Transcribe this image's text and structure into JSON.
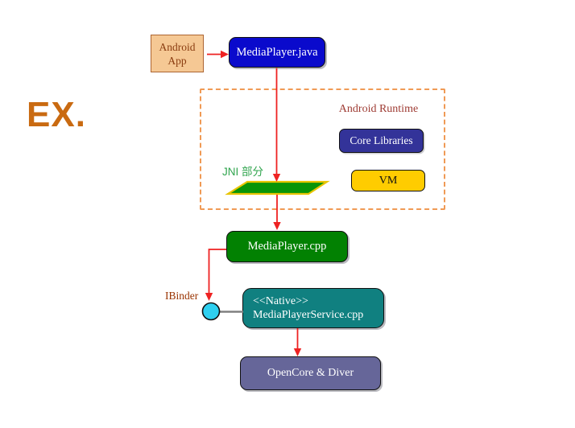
{
  "slide": {
    "heading": "EX."
  },
  "groups": {
    "android_runtime": {
      "label": "Android Runtime"
    }
  },
  "nodes": {
    "android_app": {
      "lines": [
        "Android",
        "App"
      ]
    },
    "mediaplayer_java": {
      "label": "MediaPlayer.java"
    },
    "core_libraries": {
      "label": "Core Libraries"
    },
    "vm": {
      "label": "VM"
    },
    "jni": {
      "label": "JNI 部分"
    },
    "mediaplayer_cpp": {
      "label": "MediaPlayer.cpp"
    },
    "ibinder": {
      "label": "IBinder"
    },
    "native_service": {
      "lines": [
        "<<Native>>",
        "MediaPlayerService.cpp"
      ]
    },
    "opencore": {
      "label": "OpenCore & Diver"
    }
  },
  "colors": {
    "arrow_red": "#ee2222",
    "heading_orange": "#c96a11",
    "app_box_fill": "#f5c894",
    "app_box_border": "#ad6532",
    "app_text": "#8a3c10",
    "java_box_fill": "#0a0acc",
    "runtime_dashed_border": "#f09a55",
    "runtime_label_text": "#9e3b33",
    "core_libraries_fill": "#333399",
    "vm_fill": "#ffcc00",
    "jni_label_text": "#2fa44d",
    "jni_parallelogram_fill": "#089408",
    "jni_parallelogram_border": "#e8c400",
    "cpp_box_fill": "#028102",
    "ibinder_label_text": "#993300",
    "ibinder_circle_fill": "#2fd0f0",
    "native_box_fill": "#108080",
    "opencore_box_fill": "#666699",
    "connector_gray": "#808080"
  }
}
